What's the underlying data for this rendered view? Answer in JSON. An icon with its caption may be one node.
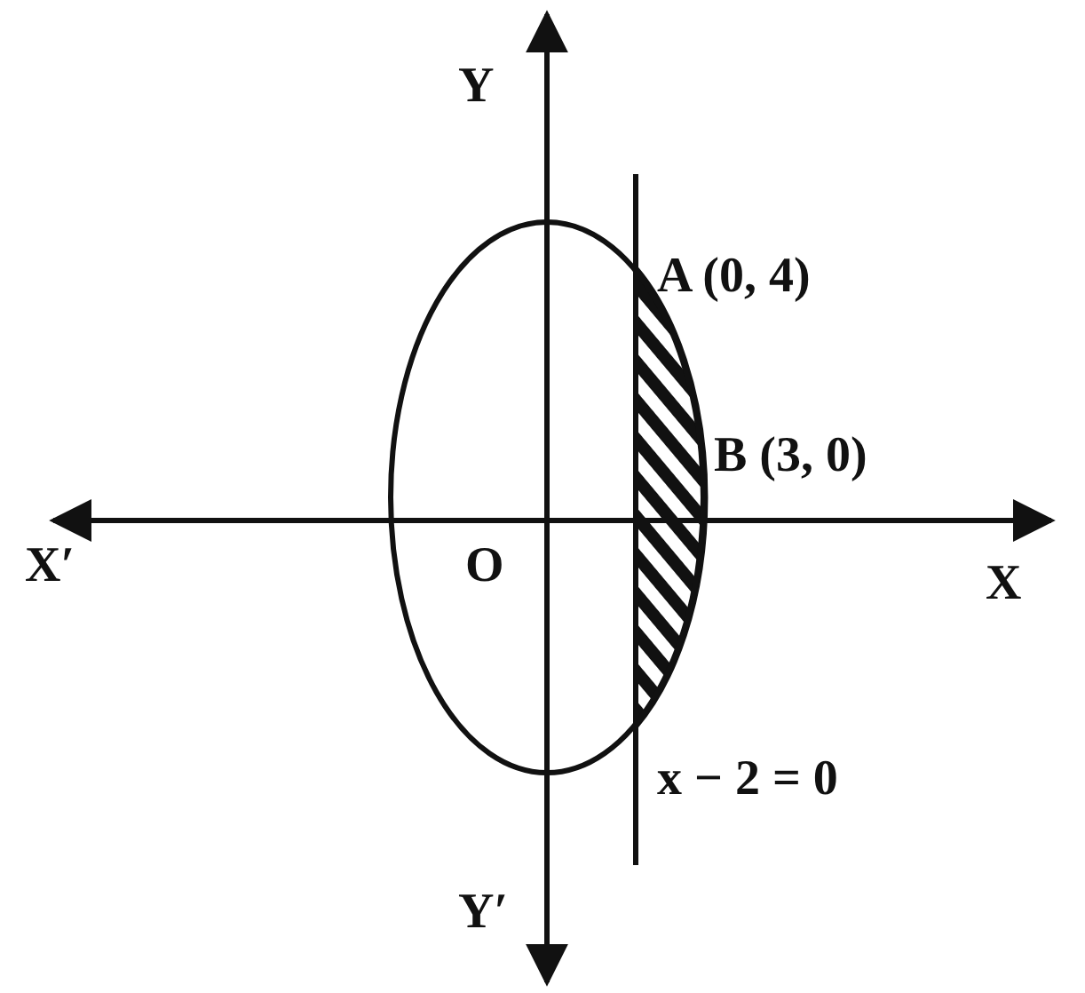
{
  "diagram": {
    "labels": [
      "Y",
      "A (0, 4)",
      "B (3, 0)",
      "X′",
      "O",
      "X",
      "x − 2 = 0",
      "Y′"
    ]
  }
}
